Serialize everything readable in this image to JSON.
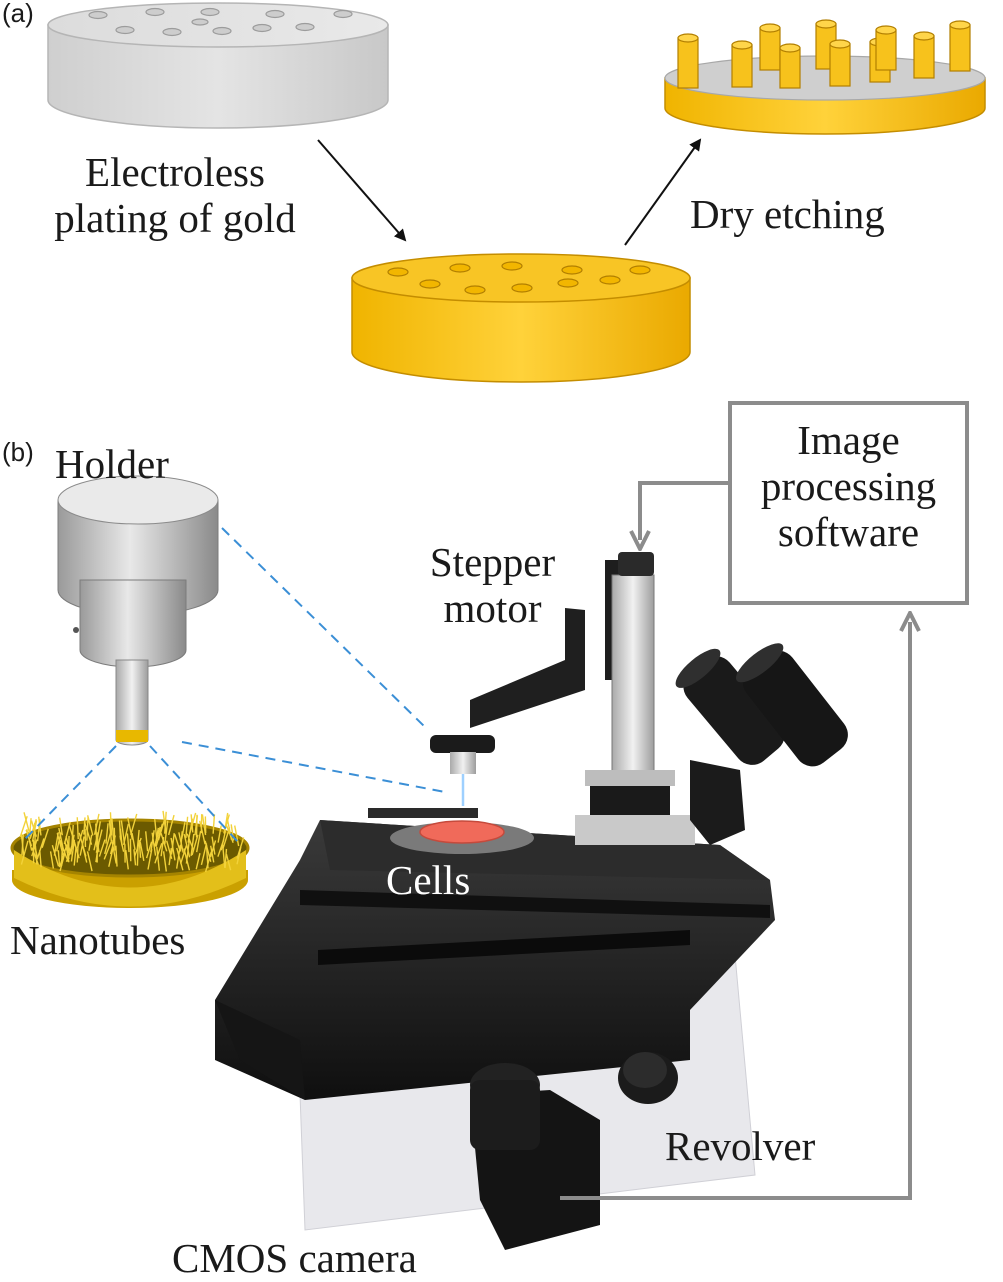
{
  "panel_a": {
    "tag": "(a)",
    "step1_label_line1": "Electroless",
    "step1_label_line2": "plating of gold",
    "step2_label": "Dry etching"
  },
  "panel_b": {
    "tag": "(b)",
    "holder_label": "Holder",
    "nanotubes_label": "Nanotubes",
    "stepper_line1": "Stepper",
    "stepper_line2": "motor",
    "software_line1": "Image",
    "software_line2": "processing",
    "software_line3": "software",
    "cells_label": "Cells",
    "revolver_label": "Revolver",
    "camera_label": "CMOS camera"
  },
  "colors": {
    "gold": "#f7c21c",
    "gold_dark": "#d9a100",
    "membrane_gray": "#d6d6d6",
    "microscope_black": "#1c1c1c",
    "leader_blue": "#3b8fd6",
    "feedback_gray": "#8c8c8c",
    "cell_red": "#f06a5a"
  }
}
